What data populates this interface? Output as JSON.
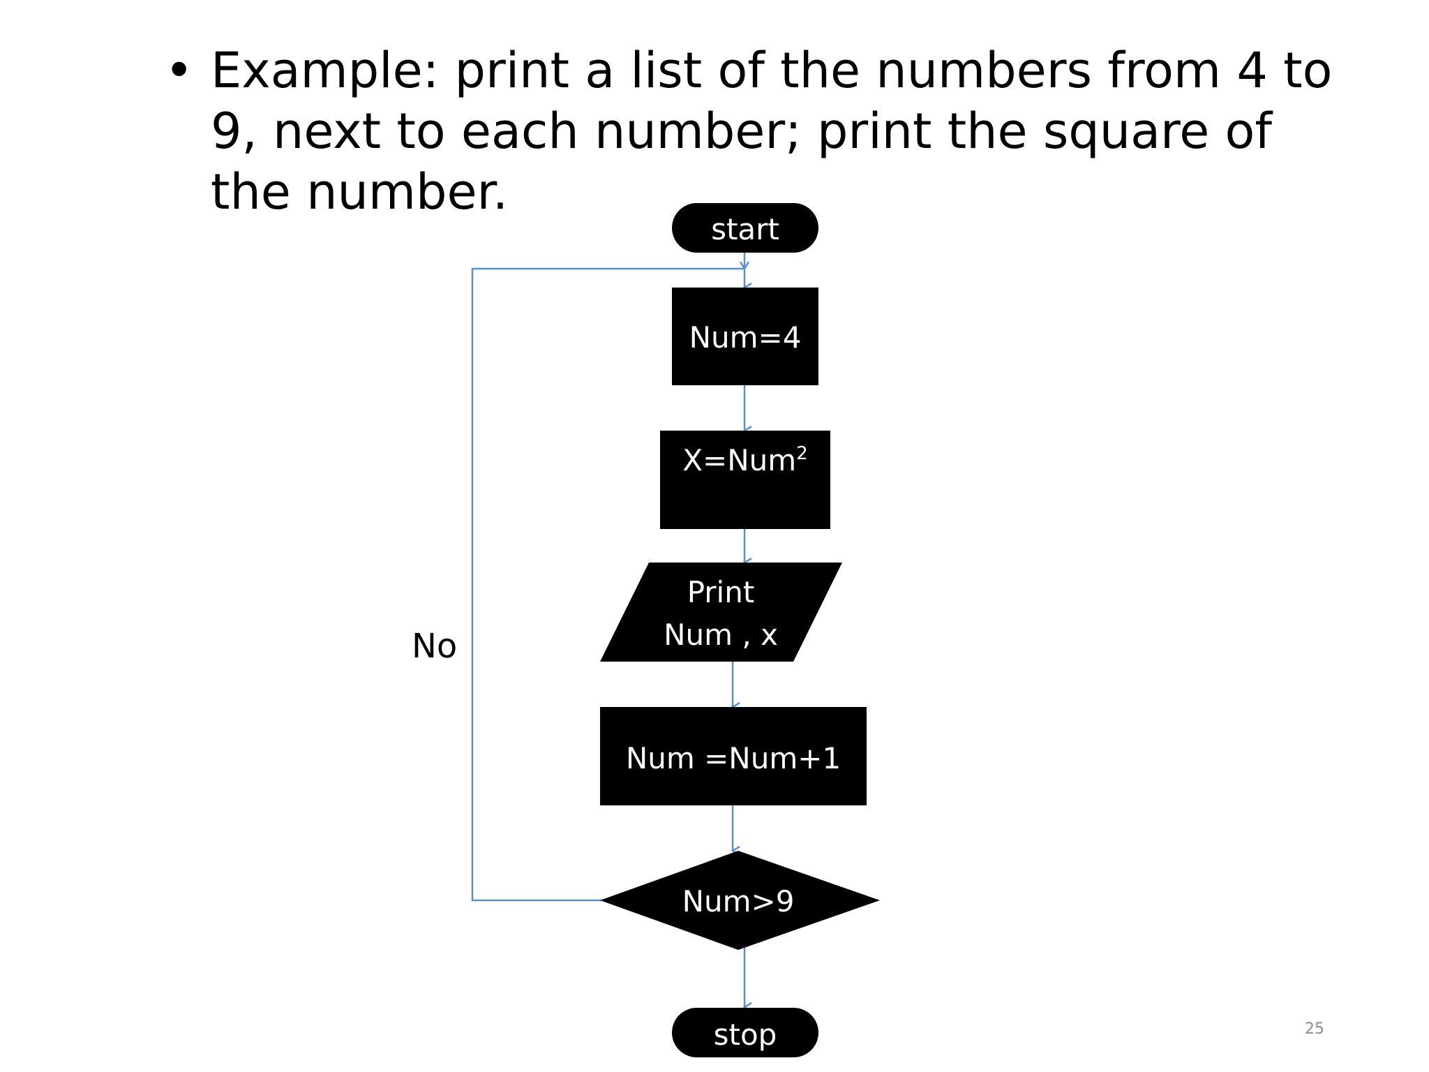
{
  "slide": {
    "bullet_text": "Example: print a list of the numbers from 4 to 9, next to each number; print the square of the number.",
    "page_number": "25"
  },
  "flowchart": {
    "colors": {
      "shape_fill": "#000000",
      "shape_text": "#ffffff",
      "connector": "#5b8fc9",
      "label_text": "#000000"
    },
    "nodes": {
      "start": "start",
      "init": "Num=4",
      "square_base": "X=Num",
      "square_exp": "2",
      "print_line1": "Print",
      "print_line2": "Num , x",
      "increment": "Num =Num+1",
      "decision": "Num>9",
      "stop": "stop"
    },
    "labels": {
      "no_branch": "No"
    }
  }
}
